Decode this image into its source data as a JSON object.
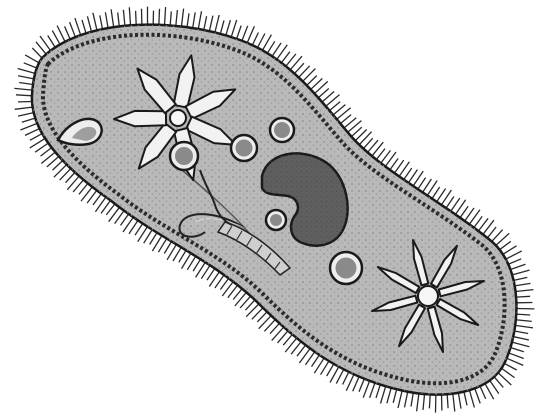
{
  "figure": {
    "subject": "paramecium-cell",
    "labels": [],
    "palette": {
      "background": "#ffffff",
      "cytoplasm": "#b9b9b9",
      "outline": "#1a1a1a",
      "cilia": "#2a2a2a",
      "pellicle_dashes": "#2b2b2b",
      "macronucleus": "#5f5f5f",
      "vacuole_fill": "#ededed",
      "vacuole_core": "#8a8a8a",
      "granules": "#8f8f8f"
    },
    "structures": [
      {
        "name": "cilia"
      },
      {
        "name": "pellicle"
      },
      {
        "name": "contractile-vacuole-anterior"
      },
      {
        "name": "contractile-vacuole-posterior"
      },
      {
        "name": "macronucleus"
      },
      {
        "name": "micronucleus"
      },
      {
        "name": "food-vacuoles"
      },
      {
        "name": "oral-groove"
      },
      {
        "name": "gullet"
      },
      {
        "name": "trichocyst"
      }
    ]
  }
}
